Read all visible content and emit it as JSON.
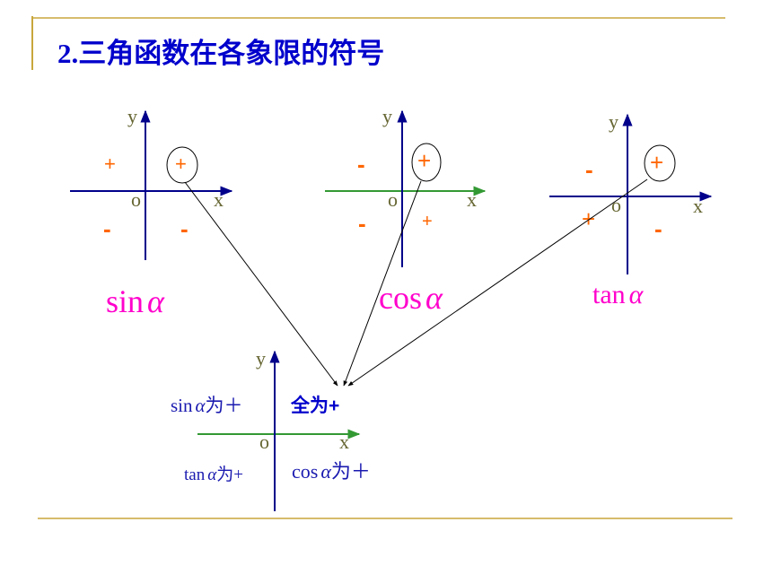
{
  "title": "2.三角函数在各象限的符号",
  "colors": {
    "title": "#0000CC",
    "axis_blue": "#00008B",
    "axis_green": "#339933",
    "sign_orange": "#FF6600",
    "label_magenta": "#FF00CC",
    "text_blue": "#1A1AB0",
    "rule_gold": "#C8A63C",
    "arrow": "#000000"
  },
  "axis_labels": {
    "x": "x",
    "y": "y",
    "origin": "o"
  },
  "sin_diagram": {
    "label_fn": "sin",
    "label_var": "α",
    "q1": "+",
    "q2": "+",
    "q3": "-",
    "q4": "-",
    "highlighted_quadrant": "q1"
  },
  "cos_diagram": {
    "label_fn": "cos",
    "label_var": "α",
    "q1": "+",
    "q2": "-",
    "q3": "-",
    "q4": "+",
    "highlighted_quadrant": "q1"
  },
  "tan_diagram": {
    "label_fn": "tan",
    "label_var": "α",
    "q1": "+",
    "q2": "-",
    "q3": "+",
    "q4": "-",
    "highlighted_quadrant": "q1"
  },
  "summary": {
    "q1": "全为+",
    "q2_fn": "sin",
    "q2_var": "α",
    "q2_suffix": "为＋",
    "q3_fn": "tan",
    "q3_var": "α",
    "q3_suffix": "为+",
    "q4_fn": "cos",
    "q4_var": "α",
    "q4_suffix": "为＋"
  }
}
